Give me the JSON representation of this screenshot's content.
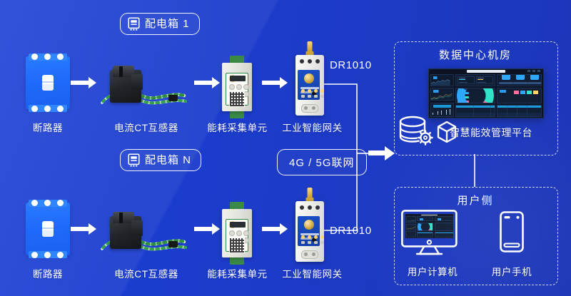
{
  "meta": {
    "diagram_title": "Energy Consumption Monitoring IoT Topology",
    "background_color": "#1b3ccb",
    "accent_color": "#ffffff"
  },
  "badges": {
    "box1": {
      "label": "配电箱 1",
      "icon": "distribution-box-icon"
    },
    "boxN": {
      "label": "配电箱 N",
      "icon": "distribution-box-icon"
    },
    "network": {
      "label": "4G / 5G联网"
    }
  },
  "chain_top": {
    "breaker": {
      "label": "断路器"
    },
    "ct": {
      "label": "电流CT互感器"
    },
    "collector": {
      "label": "能耗采集单元"
    },
    "gateway": {
      "label": "工业智能网关",
      "model": "DR1010"
    }
  },
  "chain_bottom": {
    "breaker": {
      "label": "断路器"
    },
    "ct": {
      "label": "电流CT互感器"
    },
    "collector": {
      "label": "能耗采集单元"
    },
    "gateway": {
      "label": "工业智能网关",
      "model": "DR1010"
    }
  },
  "datacenter": {
    "title": "数据中心机房",
    "platform_label": "智慧能效管理平台",
    "icons": [
      "database-gear-icon",
      "cube-icon"
    ]
  },
  "userside": {
    "title": "用户侧",
    "items": [
      {
        "label": "用户计算机",
        "icon": "desktop-monitor-icon"
      },
      {
        "label": "用户手机",
        "icon": "smartphone-icon"
      }
    ]
  },
  "dashboard": {
    "theme": "dark-navy",
    "accent": "#2ea8ff",
    "charts": [
      "area",
      "line",
      "bar",
      "donut",
      "kpi-cards",
      "data-table"
    ]
  }
}
